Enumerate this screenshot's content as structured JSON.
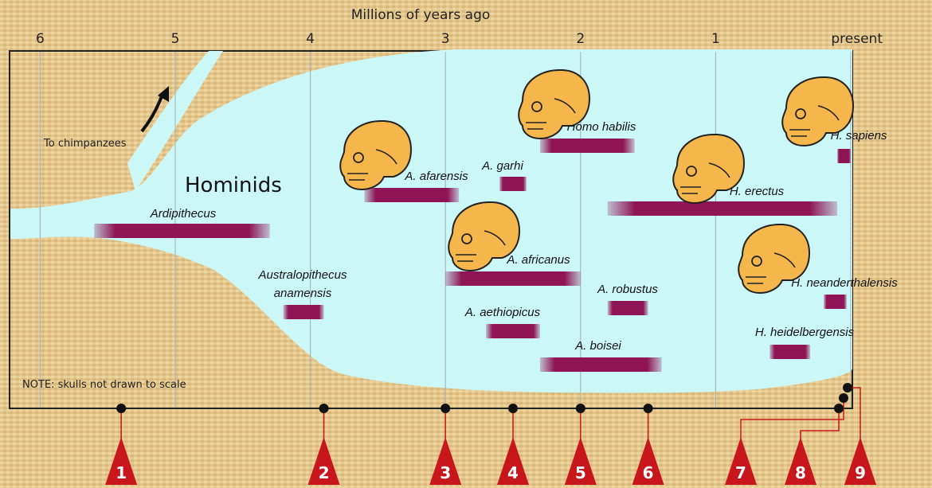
{
  "axis": {
    "title": "Millions of years ago",
    "ticks": [
      {
        "value": 6,
        "label": "6"
      },
      {
        "value": 5,
        "label": "5"
      },
      {
        "value": 4,
        "label": "4"
      },
      {
        "value": 3,
        "label": "3"
      },
      {
        "value": 2,
        "label": "2"
      },
      {
        "value": 1,
        "label": "1"
      },
      {
        "value": 0,
        "label": "present"
      }
    ]
  },
  "labels": {
    "hominids": "Hominids",
    "to_chimpanzees": "To chimpanzees",
    "note": "NOTE: skulls not drawn to scale"
  },
  "species": [
    {
      "id": "ardipithecus",
      "name": "Ardipithecus",
      "start": 5.6,
      "end": 4.3,
      "skull": false
    },
    {
      "id": "anamensis",
      "name": "Australopithecus",
      "name2": "anamensis",
      "start": 4.2,
      "end": 3.9,
      "skull": false
    },
    {
      "id": "afarensis",
      "name": "A. afarensis",
      "start": 3.6,
      "end": 2.9,
      "skull": true
    },
    {
      "id": "garhi",
      "name": "A. garhi",
      "start": 2.6,
      "end": 2.4,
      "skull": false
    },
    {
      "id": "africanus",
      "name": "A. africanus",
      "start": 3.0,
      "end": 2.0,
      "skull": true
    },
    {
      "id": "aethiopicus",
      "name": "A. aethiopicus",
      "start": 2.7,
      "end": 2.3,
      "skull": false
    },
    {
      "id": "habilis",
      "name": "Homo habilis",
      "start": 2.3,
      "end": 1.6,
      "skull": true
    },
    {
      "id": "robustus",
      "name": "A. robustus",
      "start": 1.8,
      "end": 1.5,
      "skull": false
    },
    {
      "id": "boisei",
      "name": "A. boisei",
      "start": 2.3,
      "end": 1.4,
      "skull": false
    },
    {
      "id": "erectus",
      "name": "H. erectus",
      "start": 1.8,
      "end": 0.1,
      "skull": true
    },
    {
      "id": "heidelbergensis",
      "name": "H. heidelbergensis",
      "start": 0.6,
      "end": 0.3,
      "skull": false
    },
    {
      "id": "neanderthalensis",
      "name": "H. neanderthalensis",
      "start": 0.2,
      "end": 0.03,
      "skull": true
    },
    {
      "id": "sapiens",
      "name": "H. sapiens",
      "start": 0.1,
      "end": 0.0,
      "skull": true
    }
  ],
  "markers": [
    {
      "label": "1",
      "value": 5.4
    },
    {
      "label": "2",
      "value": 3.9
    },
    {
      "label": "3",
      "value": 3.0
    },
    {
      "label": "4",
      "value": 2.5
    },
    {
      "label": "5",
      "value": 2.0
    },
    {
      "label": "6",
      "value": 1.5
    },
    {
      "label": "7",
      "value": 0.1
    },
    {
      "label": "8",
      "value": 0.05
    },
    {
      "label": "9",
      "value": 0.0
    }
  ],
  "colors": {
    "bush": "#ccf7f7",
    "bar": "#8e1455",
    "skull": "#f5b74c",
    "marker": "#c8161d",
    "frame": "#222222"
  }
}
